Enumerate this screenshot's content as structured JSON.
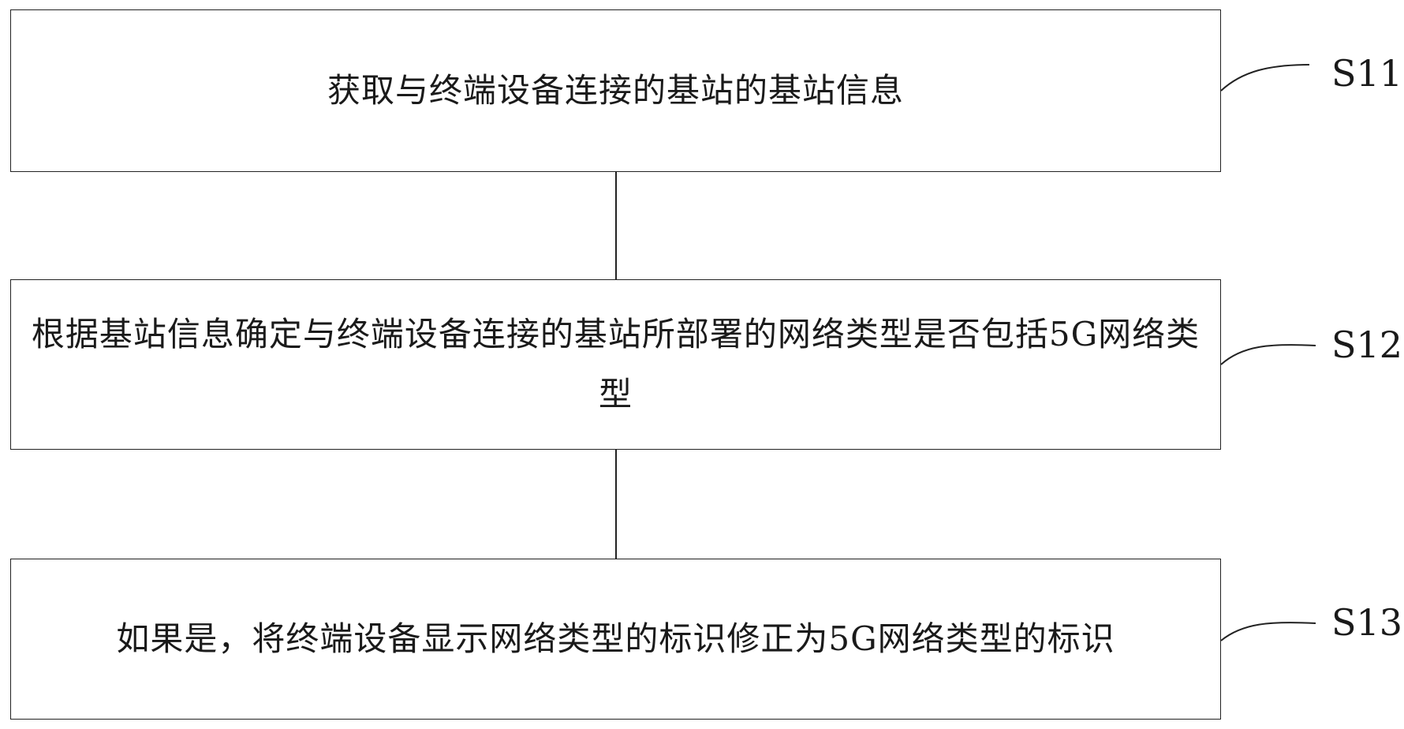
{
  "diagram": {
    "steps": [
      {
        "id": "S11",
        "label": "S11",
        "text": "获取与终端设备连接的基站的基站信息"
      },
      {
        "id": "S12",
        "label": "S12",
        "text": "根据基站信息确定与终端设备连接的基站所部署的网络类型是否包括5G网络类型"
      },
      {
        "id": "S13",
        "label": "S13",
        "text": "如果是，将终端设备显示网络类型的标识修正为5G网络类型的标识"
      }
    ]
  },
  "colors": {
    "stroke": "#222222",
    "background": "#ffffff",
    "text": "#1a1a1a"
  }
}
